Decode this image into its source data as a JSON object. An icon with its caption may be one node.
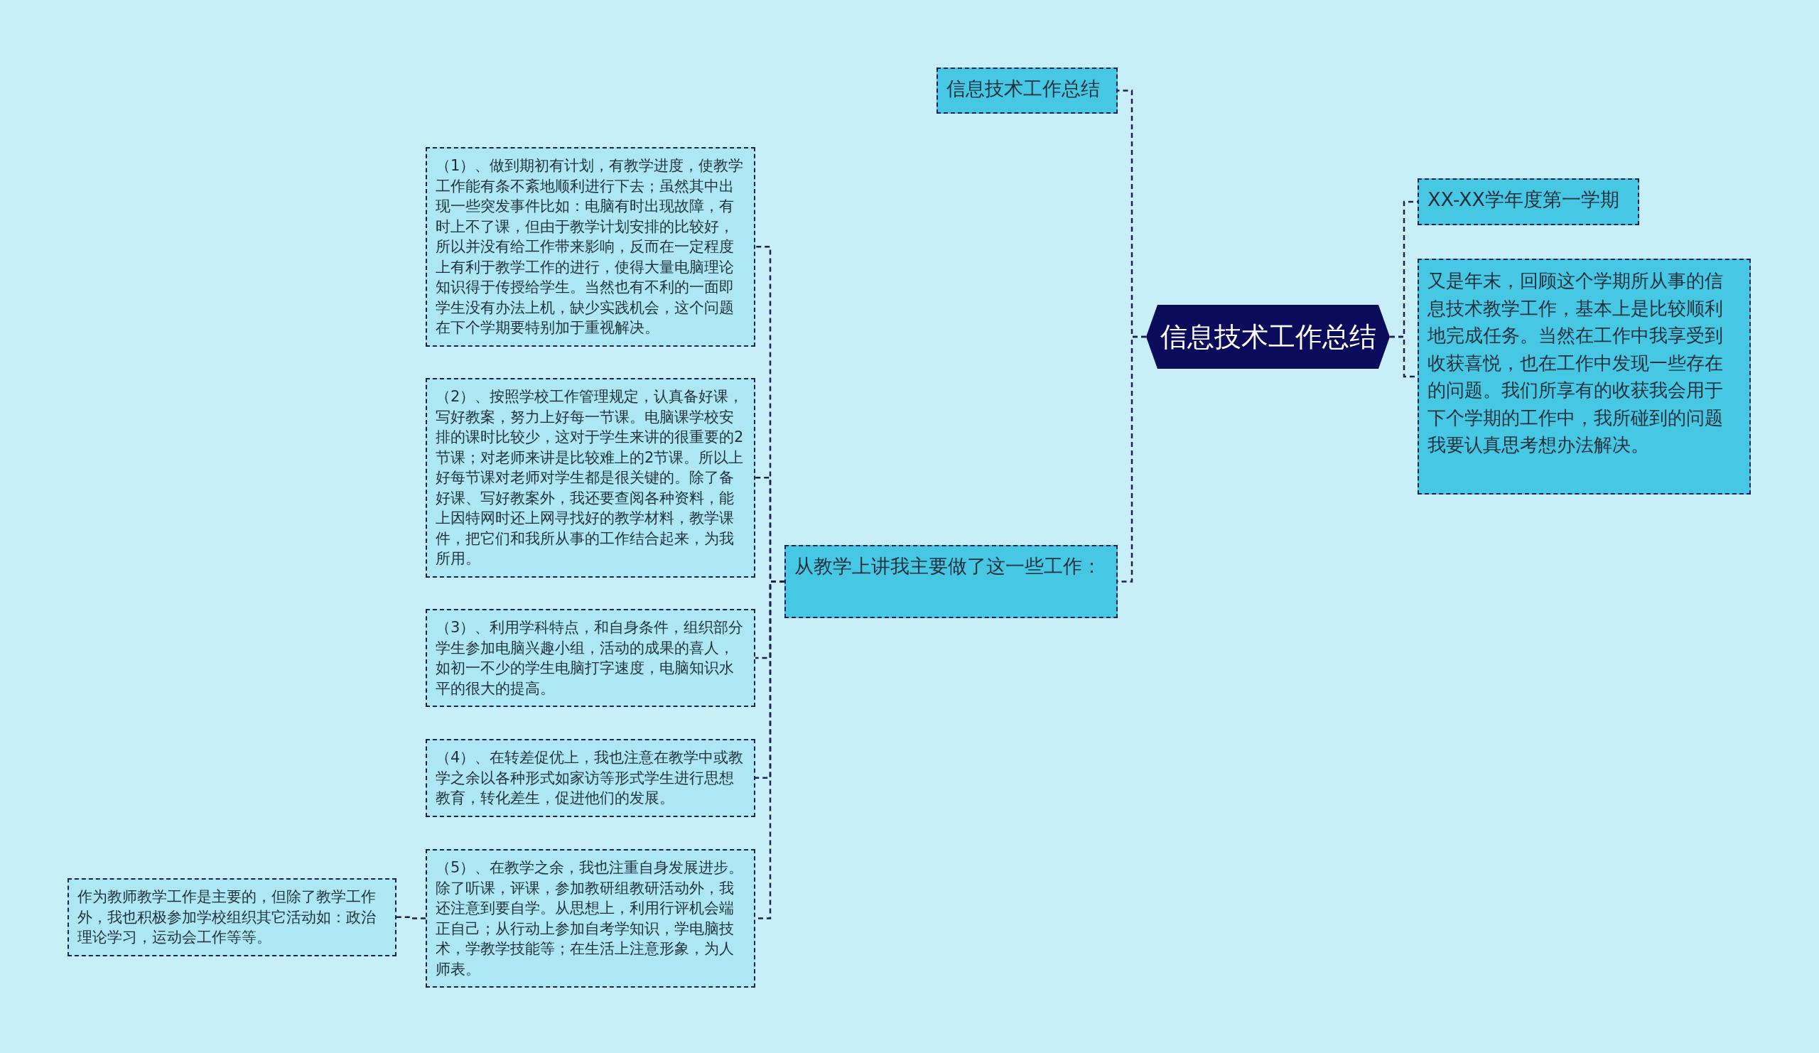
{
  "diagram": {
    "nodes": [
      {
        "text": [
          "信息技术工作总结"
        ]
      },
      {
        "text": [
          "信息技术工作总结"
        ]
      },
      {
        "text": [
          "XX-XX学年度第一学期"
        ]
      },
      {
        "text": [
          "又是年末，回顾这个学期所从事的信息技术教学工作，基本上是比较顺利地完成任务。当然在工作中我享受到收获喜悦，也在工作中发现一些存在的问题。我们所享有的收获我会用于下个学期的工作中，我所碰到的问题我要认真思考想办法解决。"
        ]
      },
      {
        "text": [
          "从教学上讲我主要做了这一些工作："
        ]
      },
      {
        "text": [
          "（1）、做到期初有计划，有教学进度，使教学工作能有条不紊地顺利进行下去；虽然其中出现一些突发事件比如：电脑有时出现故障，有时上不了课，但由于教学计划安排的比较好，所以并没有给工作带来影响，反而在一定程度上有利于教学工作的进行，使得大量电脑理论知识得于传授给学生。当然也有不利的一面即学生没有办法上机，缺少实践机会，这个问题在下个学期要特别加于重视解决。"
        ]
      },
      {
        "text": [
          "（2）、按照学校工作管理规定，认真备好课，写好教案，努力上好每一节课。电脑课学校安排的课时比较少，这对于学生来讲的很重要的2节课；对老师来讲是比较难上的2节课。所以上好每节课对老师对学生都是很关键的。除了备好课、写好教案外，我还要查阅各种资料，能上因特网时还上网寻找好的教学材料，教学课件，把它们和我所从事的工作结合起来，为我所用。"
        ]
      },
      {
        "text": [
          "（3）、利用学科特点，和自身条件，组织部分学生参加电脑兴趣小组，活动的成果的喜人，如初一不少的学生电脑打字速度，电脑知识水平的很大的提高。"
        ]
      },
      {
        "text": [
          "（4）、在转差促优上，我也注意在教学中或教学之余以各种形式如家访等形式学生进行思想教育，转化差生，促进他们的发展。"
        ]
      },
      {
        "text": [
          "（5）、在教学之余，我也注重自身发展进步。除了听课，评课，参加教研组教研活动外，我还注意到要自学。从思想上，利用行评机会端正自己；从行动上参加自考学知识，学电脑技术，学教学技能等；在生活上注意形象，为人师表。"
        ]
      },
      {
        "text": [
          "作为教师教学工作是主要的，但除了教学工作外，我也积极参加学校组织其它活动如：政治理论学习，运动会工作等等。"
        ]
      }
    ],
    "edges": [
      {
        "from": 0,
        "to": 1,
        "arrow": "none"
      },
      {
        "from": 0,
        "to": 2,
        "arrow": "none"
      },
      {
        "from": 0,
        "to": 3,
        "arrow": "none"
      },
      {
        "from": 0,
        "to": 4,
        "arrow": "none"
      },
      {
        "from": 4,
        "to": 5,
        "arrow": "none"
      },
      {
        "from": 4,
        "to": 6,
        "arrow": "none"
      },
      {
        "from": 4,
        "to": 7,
        "arrow": "none"
      },
      {
        "from": 4,
        "to": 8,
        "arrow": "none"
      },
      {
        "from": 4,
        "to": 9,
        "arrow": "none"
      },
      {
        "from": 9,
        "to": 10,
        "arrow": "none"
      }
    ]
  }
}
